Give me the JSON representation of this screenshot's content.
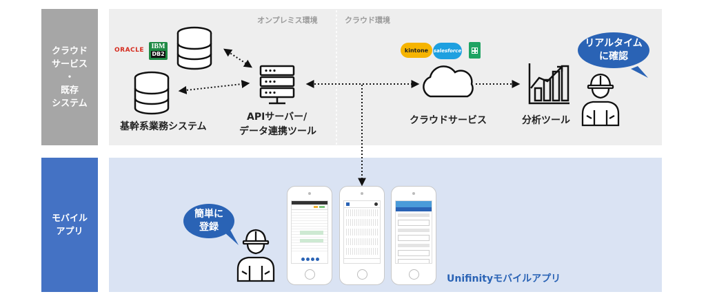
{
  "sidebar": {
    "top_label": "クラウド\nサービス\n・\n既存\nシステム",
    "bottom_label": "モバイル\nアプリ"
  },
  "zones": {
    "onpremise": "オンプレミス環境",
    "cloud": "クラウド環境"
  },
  "nodes": {
    "core_system": "基幹系業務システム",
    "api_server_line1": "APIサーバー/",
    "api_server_line2": "データ連携ツール",
    "cloud_service": "クラウドサービス",
    "analysis_tool": "分析ツール",
    "mobile_app_name": "Unifinityモバイルアプリ"
  },
  "bubbles": {
    "realtime": "リアルタイム\nに確認",
    "register": "簡単に\n登録"
  },
  "logos": {
    "oracle": "ORACLE",
    "ibm": "IBM",
    "db2": "DB2",
    "kintone": "kintone",
    "salesforce": "salesforce"
  },
  "colors": {
    "sidebar_top": "#a6a6a6",
    "sidebar_bottom": "#4472c4",
    "panel_top": "#eeeeee",
    "panel_bottom": "#dae3f3",
    "bubble": "#2a63b5"
  }
}
